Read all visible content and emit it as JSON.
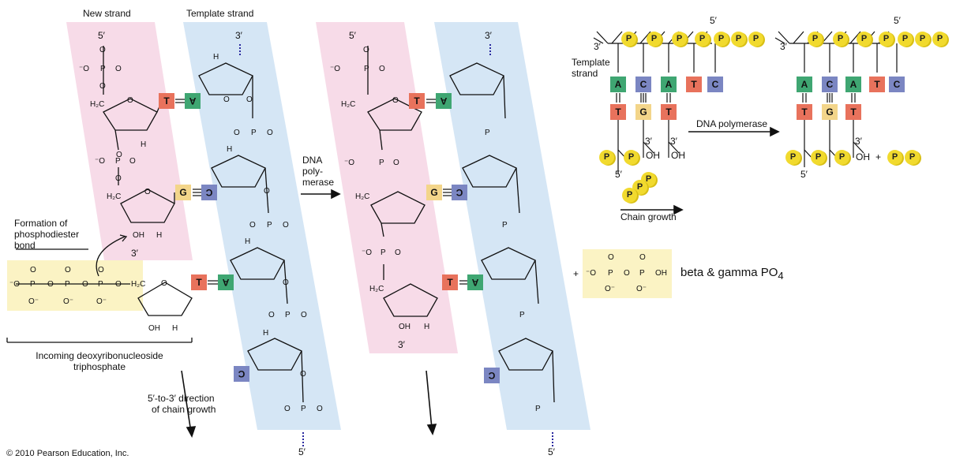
{
  "left_panel": {
    "new_strand_label": "New strand",
    "template_strand_label": "Template strand",
    "phosphodiester_label_line1": "Formation of",
    "phosphodiester_label_line2": "phosphodiester",
    "phosphodiester_label_line3": "bond",
    "incoming_label_line1": "Incoming deoxyribonucleoside",
    "incoming_label_line2": "triphosphate",
    "direction_label_line1": "5′-to-3′ direction",
    "direction_label_line2": "of chain growth",
    "five_prime": "5′",
    "three_prime": "3′"
  },
  "middle_panel": {
    "enzyme_label_line1": "DNA",
    "enzyme_label_line2": "poly-",
    "enzyme_label_line3": "merase",
    "beta_gamma_label": "beta & gamma PO",
    "beta_gamma_sub": "4",
    "plus": "+"
  },
  "right_panel": {
    "template_label_line1": "Template",
    "template_label_line2": "strand",
    "enzyme_label": "DNA polymerase",
    "chain_growth_label": "Chain growth",
    "oh": "OH",
    "plus": "+",
    "phosphate_letter": "P",
    "template_bases": [
      "A",
      "C",
      "A",
      "T",
      "C"
    ],
    "new_bases": [
      "T",
      "G",
      "T"
    ]
  },
  "chem": {
    "o": "O",
    "oh": "OH",
    "h": "H",
    "p": "P",
    "h2c": "H₂C",
    "minus_o": "⁻O",
    "o_minus": "O⁻",
    "double_o": "O"
  },
  "bases": {
    "T": "T",
    "A": "A",
    "G": "G",
    "C": "C"
  },
  "colors": {
    "new_strand_band": "#f7dbe8",
    "template_band": "#d5e6f5",
    "triphosphate_box": "#fbf3c4",
    "adenine": "#3fa672",
    "thymine": "#e8725c",
    "guanine": "#f3d58a",
    "cytosine": "#7b86c2",
    "phosphate": "#f1da2e"
  },
  "copyright": "© 2010 Pearson Education, Inc."
}
